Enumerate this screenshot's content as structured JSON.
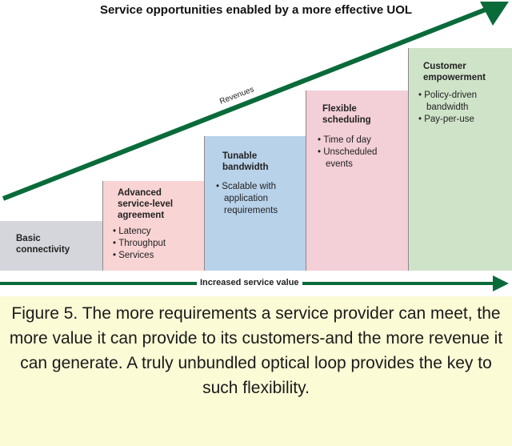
{
  "diagram": {
    "heading": "Service opportunities enabled by a more effective UOL",
    "revenue_label": "Revenues",
    "value_axis_label": "Increased service value",
    "colors": {
      "arrow": "#0a6b3a",
      "basic": "#d4d6dc",
      "advanced": "#f9d4d4",
      "tunable": "#b8d2ea",
      "flexible": "#f3cfd8",
      "customer": "#cfe3c9",
      "caption_bg": "#fbfbd6"
    },
    "steps": [
      {
        "title": "Basic connectivity",
        "bullets": []
      },
      {
        "title": "Advanced service-level agreement",
        "bullets": [
          "Latency",
          "Throughput",
          "Services"
        ]
      },
      {
        "title": "Tunable bandwidth",
        "bullets": [
          "Scalable with application requirements"
        ]
      },
      {
        "title": "Flexible scheduling",
        "bullets": [
          "Time of day",
          "Unscheduled events"
        ]
      },
      {
        "title": "Customer empowerment",
        "bullets": [
          "Policy-driven bandwidth",
          "Pay-per-use"
        ]
      }
    ]
  },
  "caption": "Figure 5. The more requirements a service provider can meet, the more value it can provide to its customers-and the more revenue it can generate. A truly unbundled optical loop provides the key to such flexibility."
}
